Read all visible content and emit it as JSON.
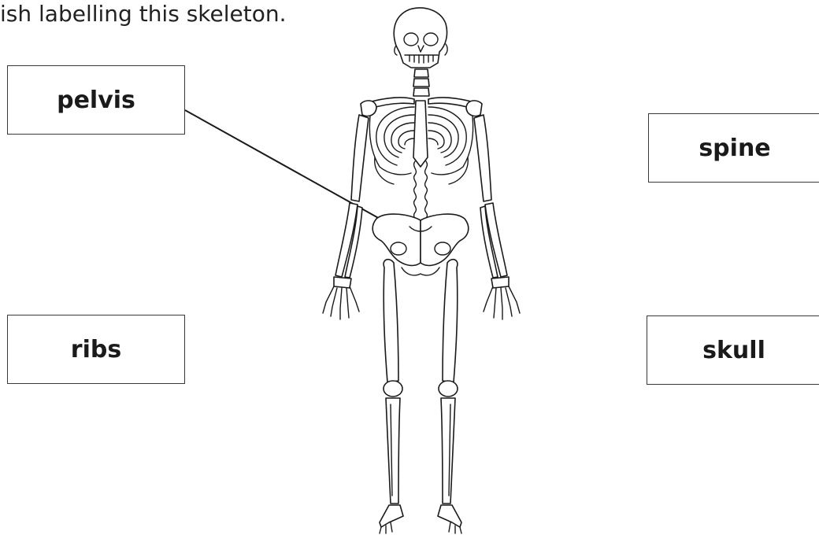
{
  "instruction": "ish labelling this skeleton.",
  "labels": {
    "pelvis": "pelvis",
    "spine": "spine",
    "ribs": "ribs",
    "skull": "skull"
  },
  "colors": {
    "line": "#1a1a1a",
    "background": "#ffffff"
  }
}
